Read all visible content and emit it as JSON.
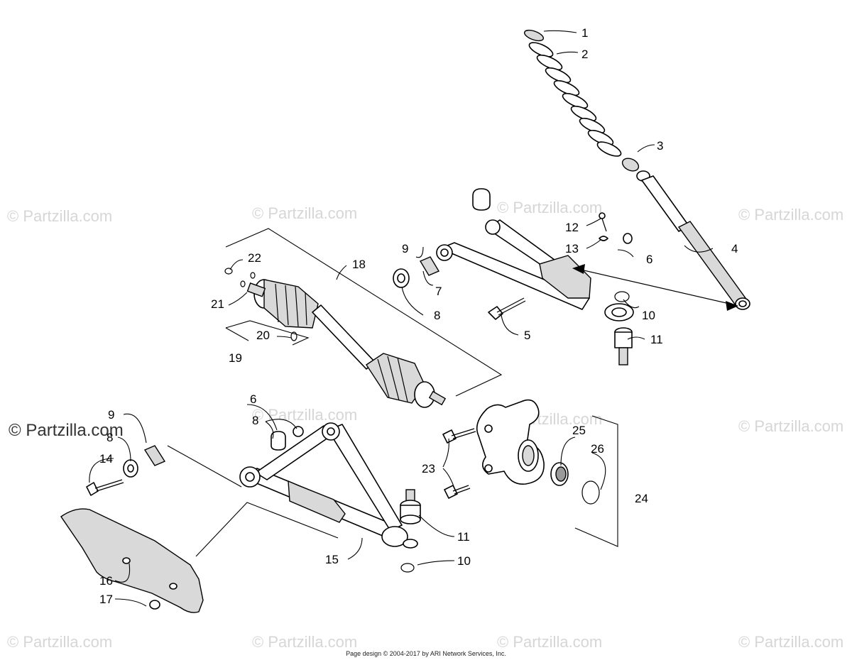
{
  "watermark": {
    "text": "© Partzilla.com",
    "featured_text": "© Partzilla.com"
  },
  "footer": {
    "text": "Page design © 2004-2017 by ARI Network Services, Inc."
  },
  "callouts": {
    "c1": "1",
    "c2": "2",
    "c3": "3",
    "c4": "4",
    "c5": "5",
    "c6a": "6",
    "c7": "7",
    "c8a": "8",
    "c9a": "9",
    "c10a": "10",
    "c11a": "11",
    "c12": "12",
    "c13": "13",
    "c18": "18",
    "c19": "19",
    "c20": "20",
    "c21": "21",
    "c22": "22",
    "c6b": "6",
    "c8b": "8",
    "c9b": "9",
    "c8c": "8",
    "c14": "14",
    "c15": "15",
    "c16": "16",
    "c17": "17",
    "c11b": "11",
    "c10b": "10",
    "c23": "23",
    "c24": "24",
    "c25": "25",
    "c26": "26"
  }
}
